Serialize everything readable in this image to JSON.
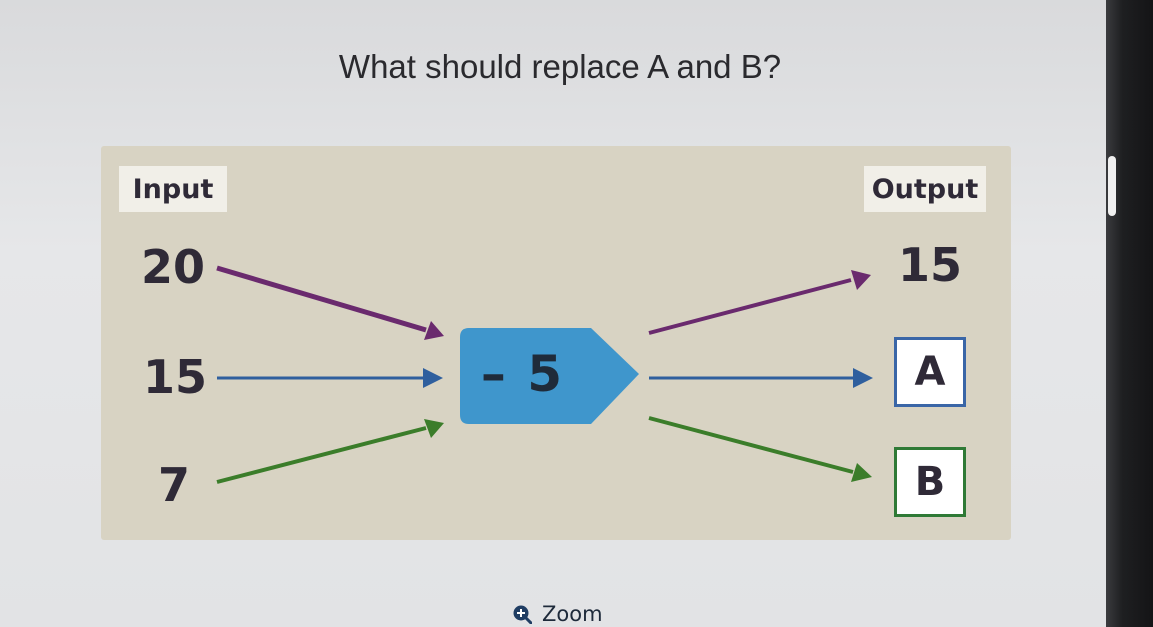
{
  "question": "What should replace A and B?",
  "diagram": {
    "input_header": "Input",
    "output_header": "Output",
    "inputs": [
      "20",
      "15",
      "7"
    ],
    "operator": "– 5",
    "outputs": [
      "15",
      "A",
      "B"
    ]
  },
  "colors": {
    "purple": "#6a2a6e",
    "blue": "#2f5f9e",
    "green": "#3b7d2a",
    "operator_fill": "#3f96cc",
    "panel": "#d8d3c3"
  },
  "zoom": {
    "label": "Zoom",
    "icon": "zoom-in-icon"
  }
}
